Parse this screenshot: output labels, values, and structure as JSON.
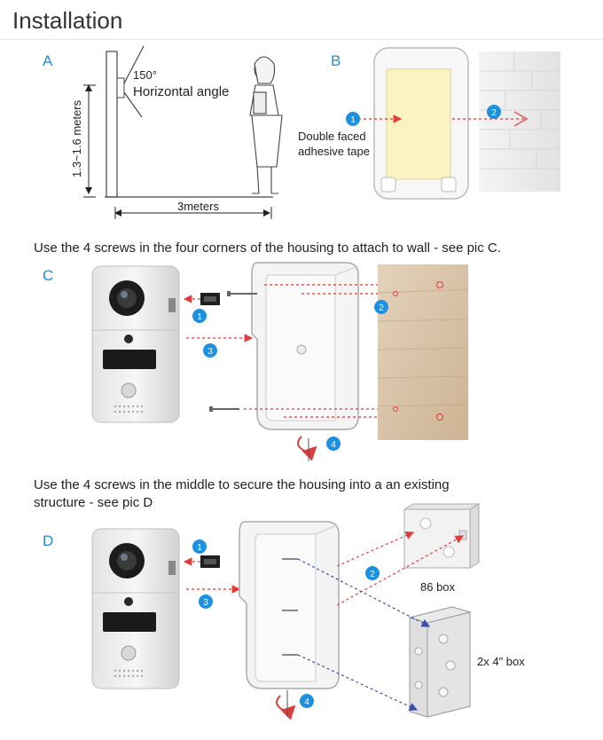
{
  "title": "Installation",
  "sections": {
    "A": {
      "letter": "A",
      "angle_value": "150°",
      "angle_label": "Horizontal angle",
      "height_label": "1.3~1.6 meters",
      "distance_label": "3meters"
    },
    "B": {
      "letter": "B",
      "tape_label_1": "Double faced",
      "tape_label_2": "adhesive tape",
      "step_1": "1",
      "step_2": "2"
    },
    "C": {
      "instruction": "Use the 4 screws in the four corners of the housing to attach to wall - see pic C.",
      "letter": "C",
      "step_1": "1",
      "step_2": "2",
      "step_3": "3",
      "step_4": "4"
    },
    "D": {
      "instruction_line_1": "Use the 4 screws in the middle to secure the housing into a an existing",
      "instruction_line_2": "structure - see pic D",
      "letter": "D",
      "step_1": "1",
      "step_2": "2",
      "step_3": "3",
      "step_4": "4",
      "box_86_label": "86 box",
      "box_2x4_label": "2x 4\" box"
    }
  },
  "colors": {
    "letter_blue": "#1e8fd6",
    "badge_blue": "#1e90e0",
    "arrow_red": "#e23b3b",
    "arrow_blue": "#3a4fb0",
    "tape_yellow": "#fbf4c0",
    "wood": "#dcc8ae"
  },
  "icons": {
    "rotate": "rotate-arrow-icon",
    "screw": "screw-icon",
    "badge": "step-number-badge"
  }
}
